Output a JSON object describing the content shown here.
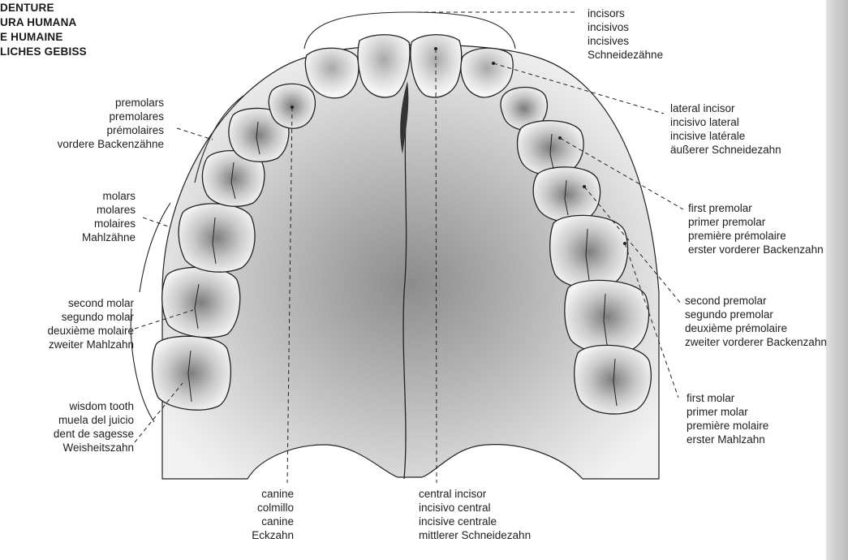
{
  "header": {
    "lines": [
      "DENTURE",
      "URA HUMANA",
      "E HUMAINE",
      "LICHES GEBISS"
    ]
  },
  "labels": {
    "incisors": [
      "incisors",
      "incisivos",
      "incisives",
      "Schneidezähne"
    ],
    "premolars": [
      "premolars",
      "premolares",
      "prémolaires",
      "vordere Backenzähne"
    ],
    "molars": [
      "molars",
      "molares",
      "molaires",
      "Mahlzähne"
    ],
    "second_molar": [
      "second molar",
      "segundo molar",
      "deuxième molaire",
      "zweiter Mahlzahn"
    ],
    "wisdom_tooth": [
      "wisdom tooth",
      "muela del juicio",
      "dent de sagesse",
      "Weisheitszahn"
    ],
    "canine": [
      "canine",
      "colmillo",
      "canine",
      "Eckzahn"
    ],
    "central_incisor": [
      "central incisor",
      "incisivo central",
      "incisive centrale",
      "mittlerer Schneidezahn"
    ],
    "lateral_incisor": [
      "lateral incisor",
      "incisivo lateral",
      "incisive latérale",
      "äußerer Schneidezahn"
    ],
    "first_premolar": [
      "first premolar",
      "primer premolar",
      "première prémolaire",
      "erster vorderer Backenzahn"
    ],
    "second_premolar": [
      "second premolar",
      "segundo premolar",
      "deuxième prémolaire",
      "zweiter vorderer Backenzahn"
    ],
    "first_molar": [
      "first molar",
      "primer molar",
      "première molaire",
      "erster Mahlzahn"
    ]
  }
}
